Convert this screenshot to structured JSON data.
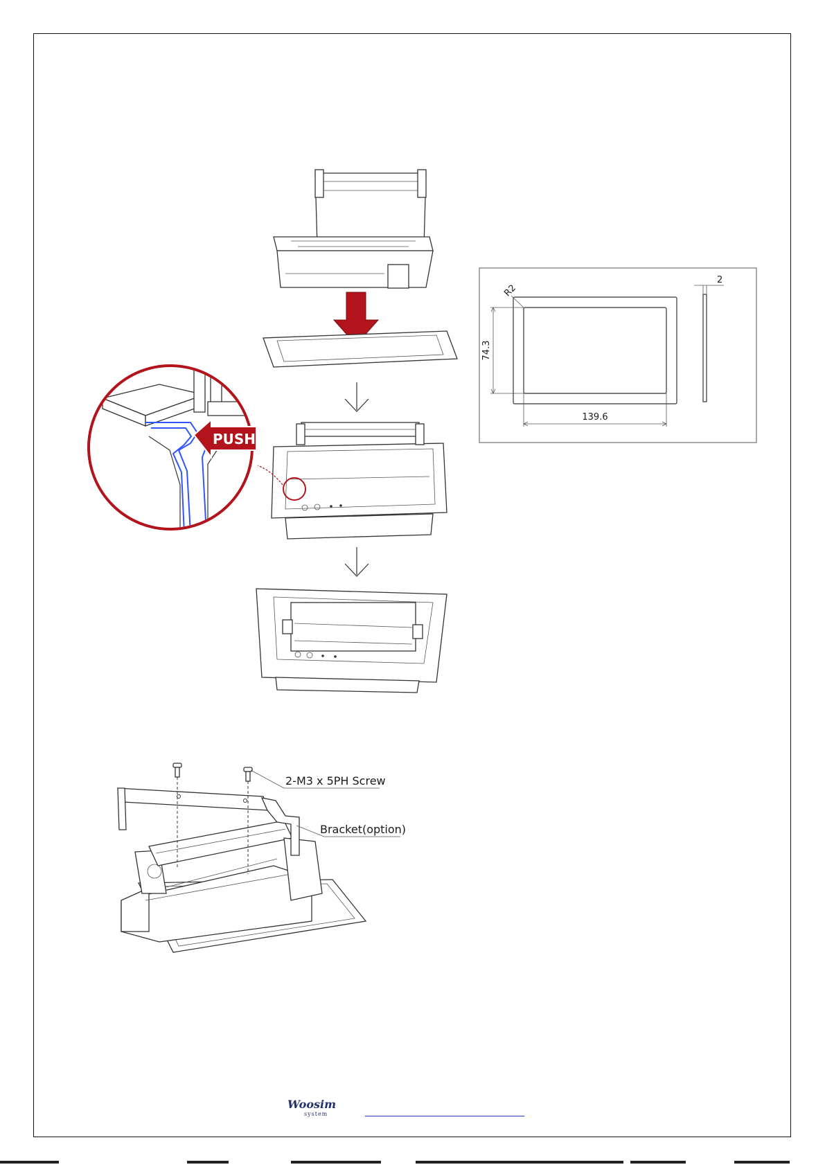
{
  "diagram": {
    "push_label": "PUSH",
    "dimensions": {
      "radius": "R2",
      "height": "74.3",
      "width": "139.6",
      "thickness": "2"
    },
    "bracket_callouts": {
      "screw": "2-M3 x 5PH Screw",
      "bracket": "Bracket(option)"
    }
  },
  "footer": {
    "logo_text": "Woosim",
    "logo_sub": "system",
    "link_text": ""
  },
  "colors": {
    "accent_red": "#b3131b",
    "highlight_blue": "#2f55ff",
    "link_blue": "#1f2fbf",
    "line": "#333333"
  }
}
